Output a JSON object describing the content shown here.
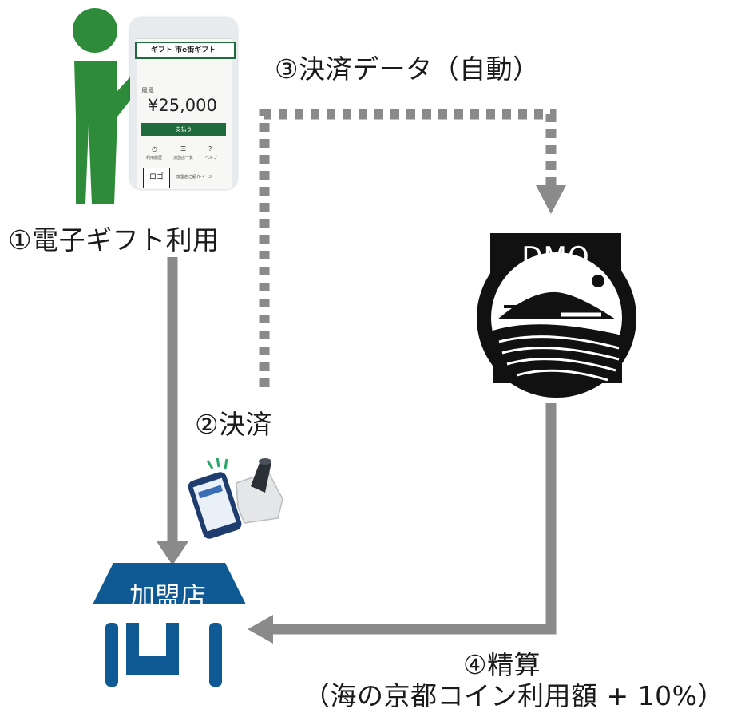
{
  "steps": {
    "gift_use": "①電子ギフト利用",
    "payment": "②決済",
    "payment_data": "③決済データ（自動）",
    "settlement": "④精算",
    "settlement_detail": "（海の京都コイン利用額 + 10%）"
  },
  "nodes": {
    "merchant": "加盟店",
    "dmo": "DMO"
  },
  "phone_screen": {
    "header": "ギフト 市e街ギフト",
    "shop": "風風",
    "amount": "¥25,000",
    "pay_button": "支払う",
    "menu_history": "利用履歴",
    "menu_list": "加盟店一覧",
    "menu_help": "ヘルプ",
    "logo": "ロゴ",
    "shop_title": "加盟店ご紹介ページ"
  },
  "colors": {
    "person": "#2e8b3a",
    "merchant": "#0f5a94",
    "arrow": "#8a8a8a",
    "dmo": "#111111"
  },
  "icons": [
    "person-icon",
    "smartphone-icon",
    "card-reader-icon",
    "store-icon",
    "dmo-emblem-icon"
  ]
}
